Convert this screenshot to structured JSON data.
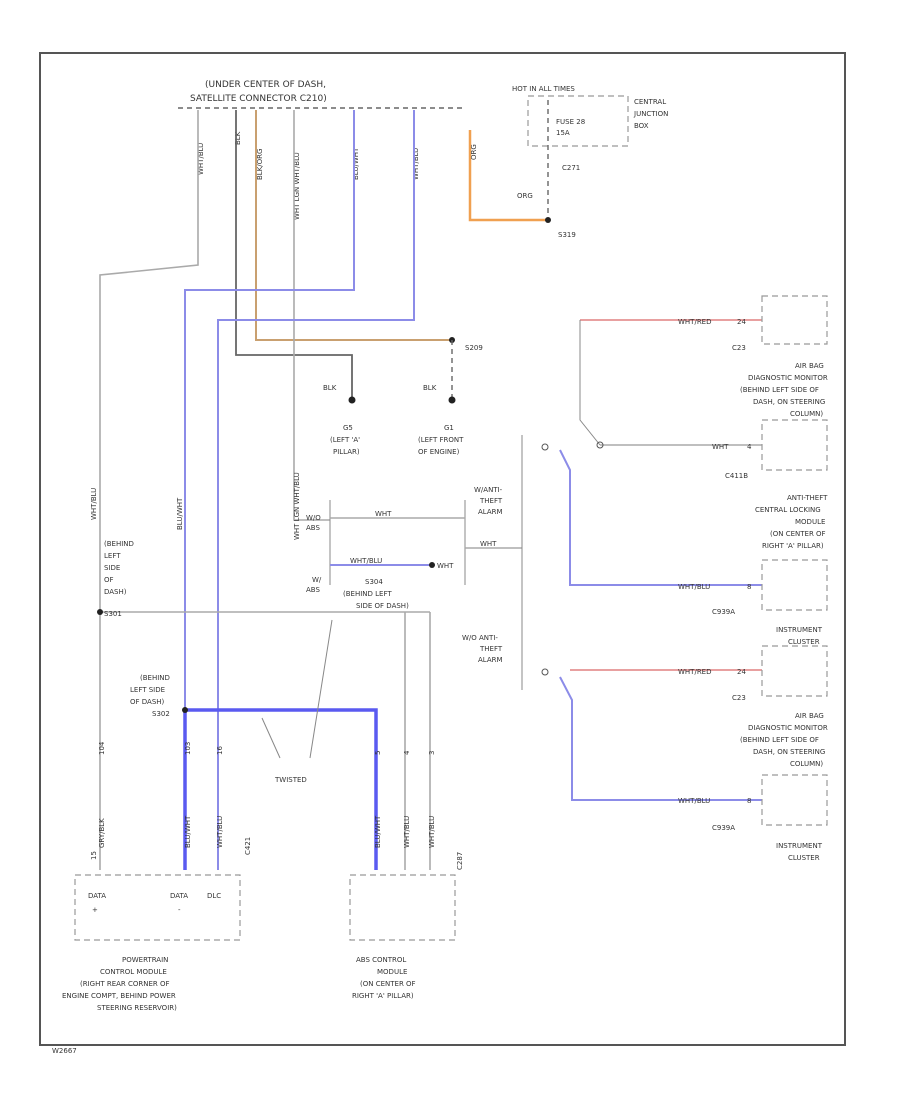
{
  "header": {
    "location_line1": "(UNDER CENTER OF DASH,",
    "location_line2": "SATELLITE CONNECTOR C210)"
  },
  "top_pin_labels": [
    "WHT/BLU",
    "BLK",
    "BLK/ORG",
    "WHT LGN WHT/BLU",
    "BLU/WHT",
    "WHT/BLU",
    "ORG"
  ],
  "fuse_box": {
    "hot_label": "HOT IN ALL TIMES",
    "fuse_label": "FUSE 28",
    "fuse_amps": "15A",
    "name_line1": "CENTRAL",
    "name_line2": "JUNCTION",
    "name_line3": "BOX",
    "connector": "C271",
    "wire": "ORG",
    "splice": "S319"
  },
  "grounds": {
    "splice": "S209",
    "g1_wire": "BLK",
    "g1_name": "G5",
    "g1_loc1": "(LEFT 'A'",
    "g1_loc2": "PILLAR)",
    "g2_wire": "BLK",
    "g2_name": "G1",
    "g2_loc1": "(LEFT FRONT",
    "g2_loc2": "OF ENGINE)"
  },
  "midblock": {
    "wire_wht_top": "WHT",
    "wire_wht_blu": "WHT/BLU",
    "wht_right": "WHT",
    "abs_label1": "W/O",
    "abs_label2": "ABS",
    "abs_label3": "W/",
    "abs_label4": "ABS",
    "splice_name": "S304",
    "splice_loc1": "(BEHIND LEFT",
    "splice_loc2": "SIDE OF DASH)",
    "anti_theft_1": "W/ANTI-",
    "anti_theft_2": "THEFT",
    "anti_theft_3": "ALARM",
    "wht_mid": "WHT",
    "no_anti_1": "W/O ANTI-",
    "no_anti_2": "THEFT",
    "no_anti_3": "ALARM"
  },
  "left_labels": {
    "dash_line1": "(BEHIND",
    "dash_line2": "LEFT",
    "dash_line3": "SIDE",
    "dash_line4": "OF",
    "dash_line5": "DASH)",
    "s301": "S301",
    "s302_line1": "(BEHIND",
    "s302_line2": "LEFT SIDE",
    "s302_line3": "OF DASH)",
    "s302": "S302",
    "twisted": "TWISTED",
    "vert_wire1": "WHT/BLU",
    "vert_wire2": "BLU/WHT",
    "vert_wire3": "WHT LGN WHT/BLU"
  },
  "right_components": [
    {
      "wire": "WHT/RED",
      "pin": "24",
      "connector": "C23",
      "name1": "AIR BAG",
      "name2": "DIAGNOSTIC MONITOR",
      "name3": "(BEHIND LEFT SIDE OF",
      "name4": "DASH, ON STEERING",
      "name5": "COLUMN)"
    },
    {
      "wire": "WHT",
      "pin": "4",
      "connector": "C411B",
      "name1": "ANTI-THEFT",
      "name2": "CENTRAL LOCKING",
      "name3": "MODULE",
      "name4": "(ON CENTER OF",
      "name5": "RIGHT 'A' PILLAR)"
    },
    {
      "wire": "WHT/BLU",
      "pin": "8",
      "connector": "C939A",
      "name1": "INSTRUMENT",
      "name2": "CLUSTER"
    },
    {
      "wire": "WHT/RED",
      "pin": "24",
      "connector": "C23",
      "name1": "AIR BAG",
      "name2": "DIAGNOSTIC MONITOR",
      "name3": "(BEHIND LEFT SIDE OF",
      "name4": "DASH, ON STEERING",
      "name5": "COLUMN)"
    },
    {
      "wire": "WHT/BLU",
      "pin": "8",
      "connector": "C939A",
      "name1": "INSTRUMENT",
      "name2": "CLUSTER"
    }
  ],
  "bottom": {
    "pcm_pin1": "DATA",
    "pcm_pin1_sign": "+",
    "pcm_pin2": "DATA",
    "pcm_pin2_sign": "-",
    "pcm_pin3": "DLC",
    "pcm_connector": "C421",
    "pcm_name1": "POWERTRAIN",
    "pcm_name2": "CONTROL MODULE",
    "pcm_name3": "(RIGHT REAR CORNER OF",
    "pcm_name4": "ENGINE COMPT, BEHIND POWER",
    "pcm_name5": "STEERING RESERVOIR)",
    "abs_connector": "C287",
    "abs_name1": "ABS CONTROL",
    "abs_name2": "MODULE",
    "abs_name3": "(ON CENTER OF",
    "abs_name4": "RIGHT 'A' PILLAR)",
    "pins_left": [
      "104",
      "103",
      "16",
      "15"
    ],
    "pins_right": [
      "5",
      "4",
      "3"
    ],
    "vert_left": [
      "GRY/BLK",
      "BLU/WHT",
      "WHT/BLU"
    ],
    "vert_right": [
      "BLU/WHT",
      "WHT/BLU",
      "WHT/BLU"
    ]
  },
  "footer_code": "W2667"
}
